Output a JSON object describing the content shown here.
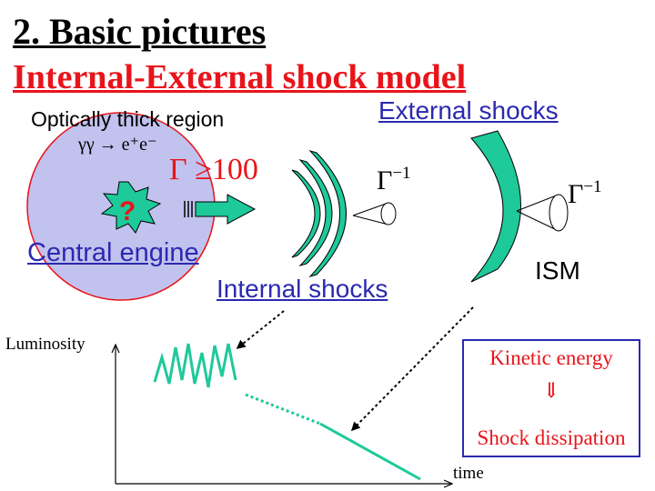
{
  "title": "2. Basic pictures",
  "subtitle": "Internal-External shock model",
  "labels": {
    "optically_thick": "Optically thick region",
    "gamma_reaction": "γγ → e⁺e⁻",
    "lorentz_factor": "Γ ≥100",
    "external_shocks": "External shocks",
    "central_engine": "Central engine",
    "internal_shocks": "Internal shocks",
    "beaming_base": "Γ",
    "beaming_exp": "−1",
    "ism": "ISM",
    "engine_mark": "?",
    "luminosity": "Luminosity",
    "time": "time"
  },
  "energy_box": {
    "line1": "Kinetic energy",
    "arrow": "⇓",
    "line2": "Shock dissipation"
  },
  "colors": {
    "title": "#000000",
    "subtitle": "#e8141a",
    "link": "#2a2ab0",
    "accent": "#1ec99a",
    "sphere_fill": "#c2c2ef",
    "sphere_edge": "#e8141a"
  }
}
